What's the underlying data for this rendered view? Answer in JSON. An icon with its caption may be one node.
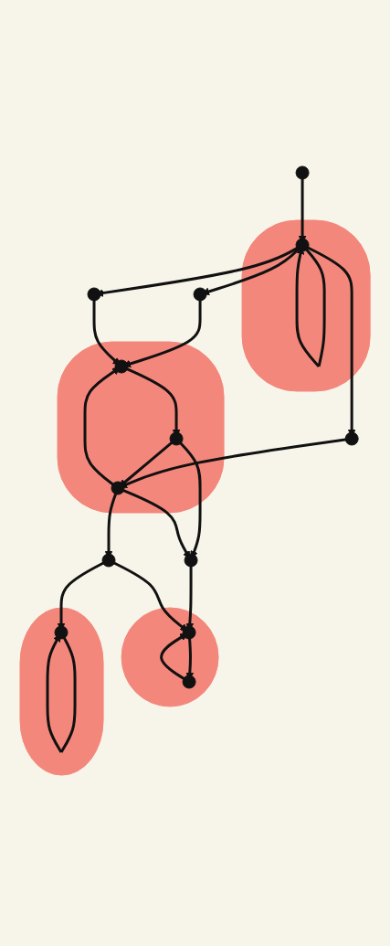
{
  "diagram": {
    "nodes": [
      {
        "text": [],
        "shape": "circle"
      },
      {
        "text": [],
        "shape": "ellipse"
      },
      {
        "text": [],
        "shape": "circle",
        "in": 1
      },
      {
        "text": [],
        "shape": "circle"
      },
      {
        "text": [],
        "shape": "circle"
      },
      {
        "text": [],
        "shape": "circle"
      },
      {
        "text": [],
        "shape": "ellipse"
      },
      {
        "text": [],
        "shape": "circle",
        "in": 6
      },
      {
        "text": [],
        "shape": "circle",
        "in": 6
      },
      {
        "text": [],
        "shape": "circle",
        "in": 6
      },
      {
        "text": [],
        "shape": "circle"
      },
      {
        "text": [],
        "shape": "circle"
      },
      {
        "text": [],
        "shape": "ellipse"
      },
      {
        "text": [],
        "shape": "circle",
        "in": 12
      },
      {
        "text": [],
        "shape": "circle",
        "in": 12
      },
      {
        "text": [],
        "shape": "ellipse"
      },
      {
        "text": [],
        "shape": "circle",
        "in": 15
      }
    ],
    "edges": [
      {
        "from": 0,
        "to": 2,
        "arrow": "to"
      },
      {
        "from": 2,
        "to": 2,
        "arrow": "to"
      },
      {
        "from": 2,
        "to": 3,
        "arrow": "to"
      },
      {
        "from": 2,
        "to": 4,
        "arrow": "to"
      },
      {
        "from": 2,
        "to": 5,
        "arrow": "to"
      },
      {
        "from": 3,
        "to": 7,
        "arrow": "to"
      },
      {
        "from": 4,
        "to": 7,
        "arrow": "to"
      },
      {
        "from": 5,
        "to": 9,
        "arrow": "to"
      },
      {
        "from": 7,
        "to": 8,
        "arrow": "to"
      },
      {
        "from": 8,
        "to": 9,
        "arrow": "to"
      },
      {
        "from": 9,
        "to": 7,
        "arrow": "to"
      },
      {
        "from": 8,
        "to": 10,
        "arrow": "to"
      },
      {
        "from": 9,
        "to": 10,
        "arrow": "to"
      },
      {
        "from": 9,
        "to": 11,
        "arrow": "to"
      },
      {
        "from": 10,
        "to": 13,
        "arrow": "to"
      },
      {
        "from": 11,
        "to": 13,
        "arrow": "to"
      },
      {
        "from": 11,
        "to": 16,
        "arrow": "to"
      },
      {
        "from": 13,
        "to": 14,
        "arrow": "to"
      },
      {
        "from": 14,
        "to": 13,
        "arrow": "to"
      },
      {
        "from": 16,
        "to": 16,
        "arrow": "to"
      }
    ]
  }
}
